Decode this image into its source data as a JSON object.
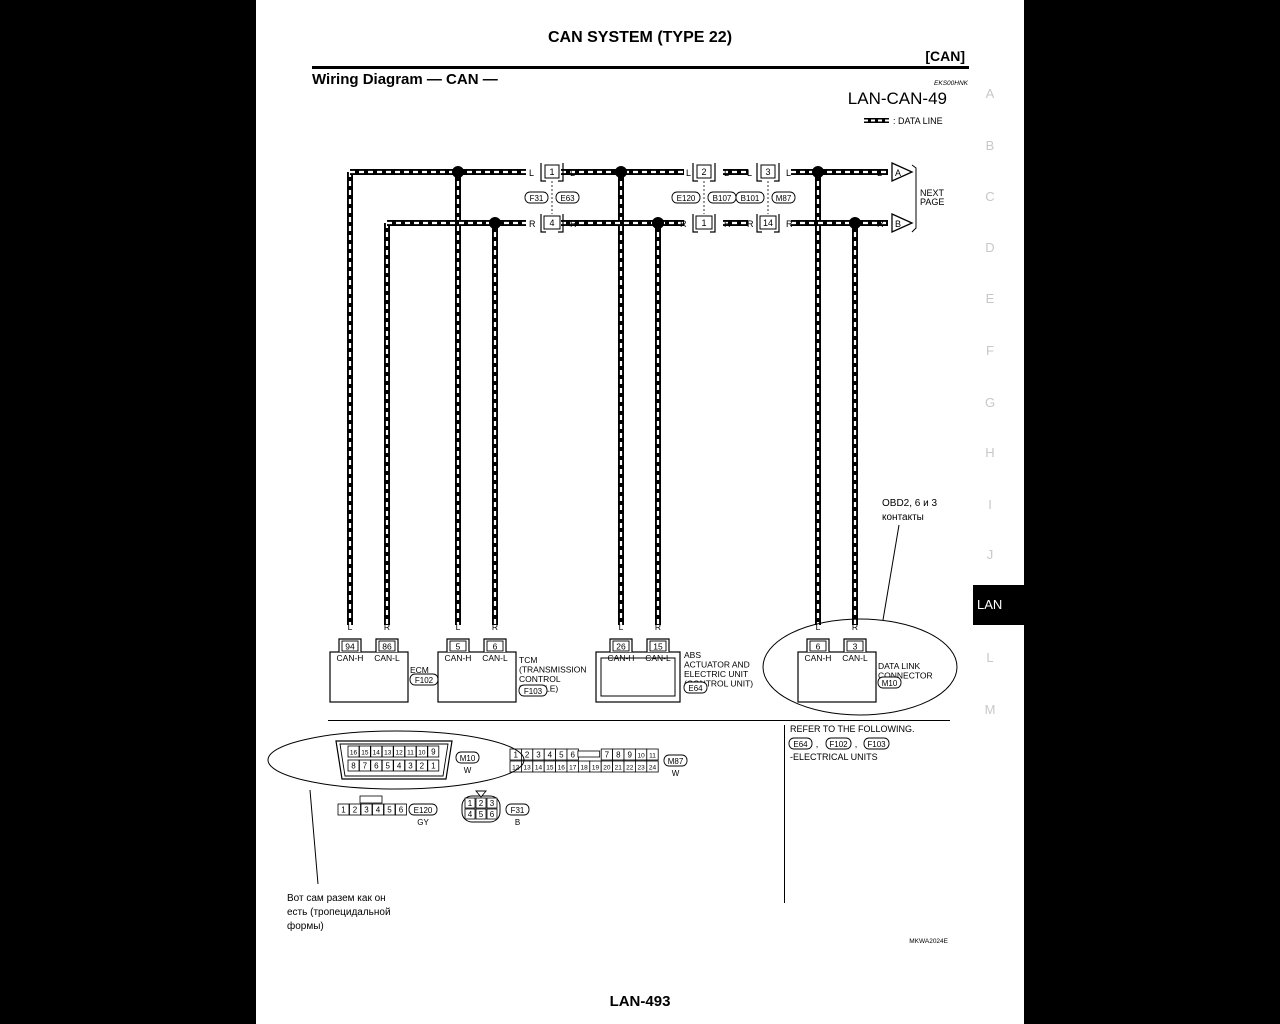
{
  "header": {
    "title": "CAN SYSTEM (TYPE 22)",
    "section_tag": "[CAN]"
  },
  "diagram": {
    "heading": "Wiring Diagram — CAN —",
    "doc_code": "EKS00HNK",
    "diagram_id": "LAN-CAN-49",
    "legend_label": ": DATA LINE",
    "wire_L": "L",
    "wire_R": "R",
    "next_page_label": [
      "NEXT",
      "PAGE"
    ],
    "next_page_arrows": [
      "A",
      "B"
    ],
    "top_connectors": [
      {
        "pin": "1",
        "codes": [
          "F31",
          "E63"
        ]
      },
      {
        "pin": "2",
        "codes": [
          "E120",
          "B107"
        ]
      },
      {
        "pin": "3",
        "codes": [
          "B101",
          "M87"
        ]
      }
    ],
    "bottom_connectors": [
      {
        "pin": "4"
      },
      {
        "pin": "1"
      },
      {
        "pin": "14"
      }
    ],
    "units": [
      {
        "name": "ECM",
        "lines": [
          "ECM"
        ],
        "connector": "F102",
        "pins": [
          "94",
          "86"
        ],
        "pin_labels": [
          "CAN-H",
          "CAN-L"
        ]
      },
      {
        "name": "TCM",
        "lines": [
          "TCM",
          "(TRANSMISSION",
          "CONTROL",
          "MODULE)"
        ],
        "connector": "F103",
        "pins": [
          "5",
          "6"
        ],
        "pin_labels": [
          "CAN-H",
          "CAN-L"
        ]
      },
      {
        "name": "ABS",
        "lines": [
          "ABS",
          "ACTUATOR AND",
          "ELECTRIC UNIT",
          "(CONTROL UNIT)"
        ],
        "connector": "E64",
        "pins": [
          "26",
          "15"
        ],
        "pin_labels": [
          "CAN-H",
          "CAN-L"
        ]
      },
      {
        "name": "DLC",
        "lines": [
          "DATA LINK",
          "CONNECTOR"
        ],
        "connector": "M10",
        "pins": [
          "6",
          "3"
        ],
        "pin_labels": [
          "CAN-H",
          "CAN-L"
        ]
      }
    ],
    "refer_text": "REFER TO THE FOLLOWING.",
    "refer_codes": [
      "E64",
      "F102",
      "F103"
    ],
    "refer_sep": ",",
    "refer_suffix": "-ELECTRICAL UNITS",
    "connector_views": [
      {
        "code": "M10",
        "color": "W",
        "rows": [
          [
            "16",
            "15",
            "14",
            "13",
            "12",
            "11",
            "10",
            "9"
          ],
          [
            "8",
            "7",
            "6",
            "5",
            "4",
            "3",
            "2",
            "1"
          ]
        ]
      },
      {
        "code": "M87",
        "color": "W",
        "rows": [
          [
            "1",
            "2",
            "3",
            "4",
            "5",
            "6",
            "",
            "7",
            "8",
            "9",
            "10",
            "11"
          ],
          [
            "12",
            "13",
            "14",
            "15",
            "16",
            "17",
            "18",
            "19",
            "20",
            "21",
            "22",
            "23",
            "24"
          ]
        ]
      },
      {
        "code": "E120",
        "color": "GY",
        "rows": [
          [
            "1",
            "2",
            "3",
            "4",
            "5",
            "6"
          ]
        ]
      },
      {
        "code": "F31",
        "color": "B",
        "rows": [
          [
            "1",
            "2",
            "3"
          ],
          [
            "4",
            "5",
            "6"
          ]
        ]
      }
    ],
    "annotation_obd": [
      "OBD2, 6 и 3",
      "контакты"
    ],
    "annotation_connector": [
      "Вот сам разем как он",
      "есть (тропецидальной",
      "формы)"
    ],
    "figure_code": "MKWA2024E"
  },
  "footer": {
    "page_number": "LAN-493"
  },
  "sidebar": {
    "letters": [
      "A",
      "B",
      "C",
      "D",
      "E",
      "F",
      "G",
      "H",
      "I",
      "J",
      "L",
      "M"
    ],
    "active_tab": "LAN"
  }
}
